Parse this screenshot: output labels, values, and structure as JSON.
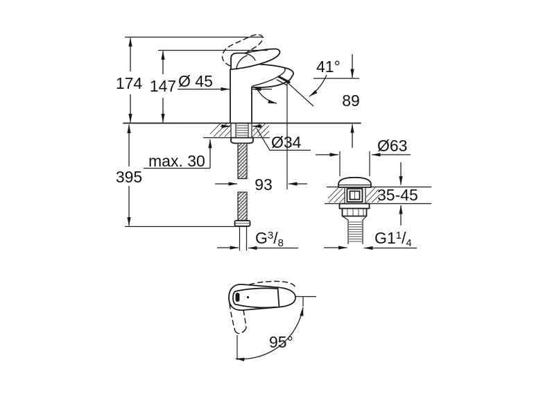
{
  "drawing": {
    "title": "basin-mixer-dimension-drawing",
    "colors": {
      "line": "#1a1a1a",
      "text": "#111111",
      "background": "#ffffff"
    },
    "labels": {
      "total_height": "174",
      "handle_height": "147",
      "body_diameter": "Ø 45",
      "aerator_angle": "41°",
      "spout_outlet_height": "89",
      "mounting_hole_diameter": "Ø34",
      "max_counter_thickness": "max. 30",
      "hose_length": "395",
      "spout_reach": "93",
      "supply_thread": {
        "prefix": "G",
        "num": "3",
        "slash": "/",
        "den": "8"
      },
      "drain_flange_diameter": "Ø63",
      "drain_deck_range": "35-45",
      "drain_thread": {
        "prefix": "G1",
        "num": "1",
        "slash": "/",
        "den": "4"
      },
      "handle_swing_angle": "95°"
    }
  }
}
